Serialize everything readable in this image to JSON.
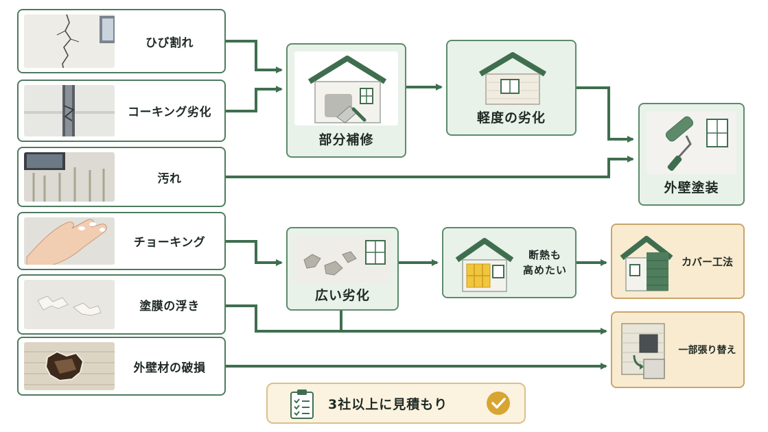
{
  "sources": [
    {
      "label": "ひび割れ"
    },
    {
      "label": "コーキング劣化"
    },
    {
      "label": "汚れ"
    },
    {
      "label": "チョーキング"
    },
    {
      "label": "塗膜の浮き"
    },
    {
      "label": "外壁材の破損"
    }
  ],
  "processes": {
    "partial_repair": "部分補修",
    "light_degradation": "軽度の劣化",
    "exterior_painting": "外壁塗装",
    "wide_degradation": "広い劣化",
    "insulation": "断熱も\n高めたい"
  },
  "results": {
    "cover_method": "カバー工法",
    "partial_replacement": "一部張り替え"
  },
  "footer": {
    "text": "3社以上に見積もり"
  },
  "colors": {
    "arrow": "#3f6e4f",
    "process_fill": "#e8f2e9",
    "result_fill": "#f8ebd0",
    "roof": "#3f6e4f",
    "check": "#d8a532"
  },
  "icons": [
    "house-trowel-icon",
    "house-icon",
    "paint-roller-icon",
    "house-insulation-icon",
    "house-cover-icon",
    "panel-replace-icon",
    "clipboard-checklist-icon",
    "check-circle-icon"
  ]
}
